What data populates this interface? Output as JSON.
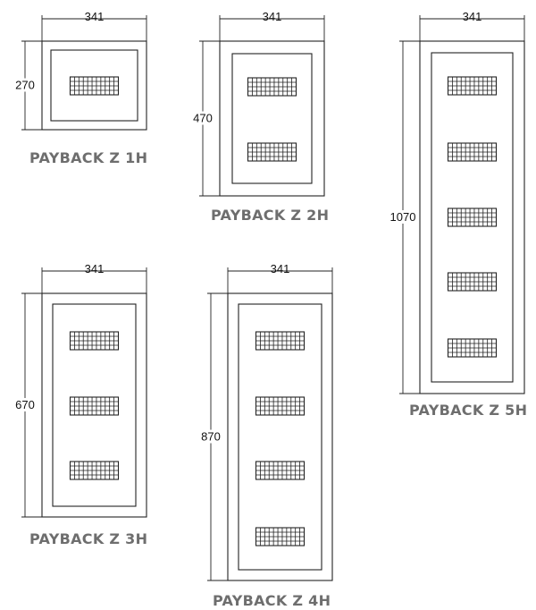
{
  "cabinets": [
    {
      "id": "1h",
      "title": "PAYBACK Z 1H",
      "width_label": "341",
      "height_label": "270",
      "grilles": 1
    },
    {
      "id": "2h",
      "title": "PAYBACK Z 2H",
      "width_label": "341",
      "height_label": "470",
      "grilles": 2
    },
    {
      "id": "5h",
      "title": "PAYBACK Z 5H",
      "width_label": "341",
      "height_label": "1070",
      "grilles": 5
    },
    {
      "id": "3h",
      "title": "PAYBACK Z 3H",
      "width_label": "341",
      "height_label": "670",
      "grilles": 3
    },
    {
      "id": "4h",
      "title": "PAYBACK Z 4H",
      "width_label": "341",
      "height_label": "870",
      "grilles": 4
    }
  ]
}
